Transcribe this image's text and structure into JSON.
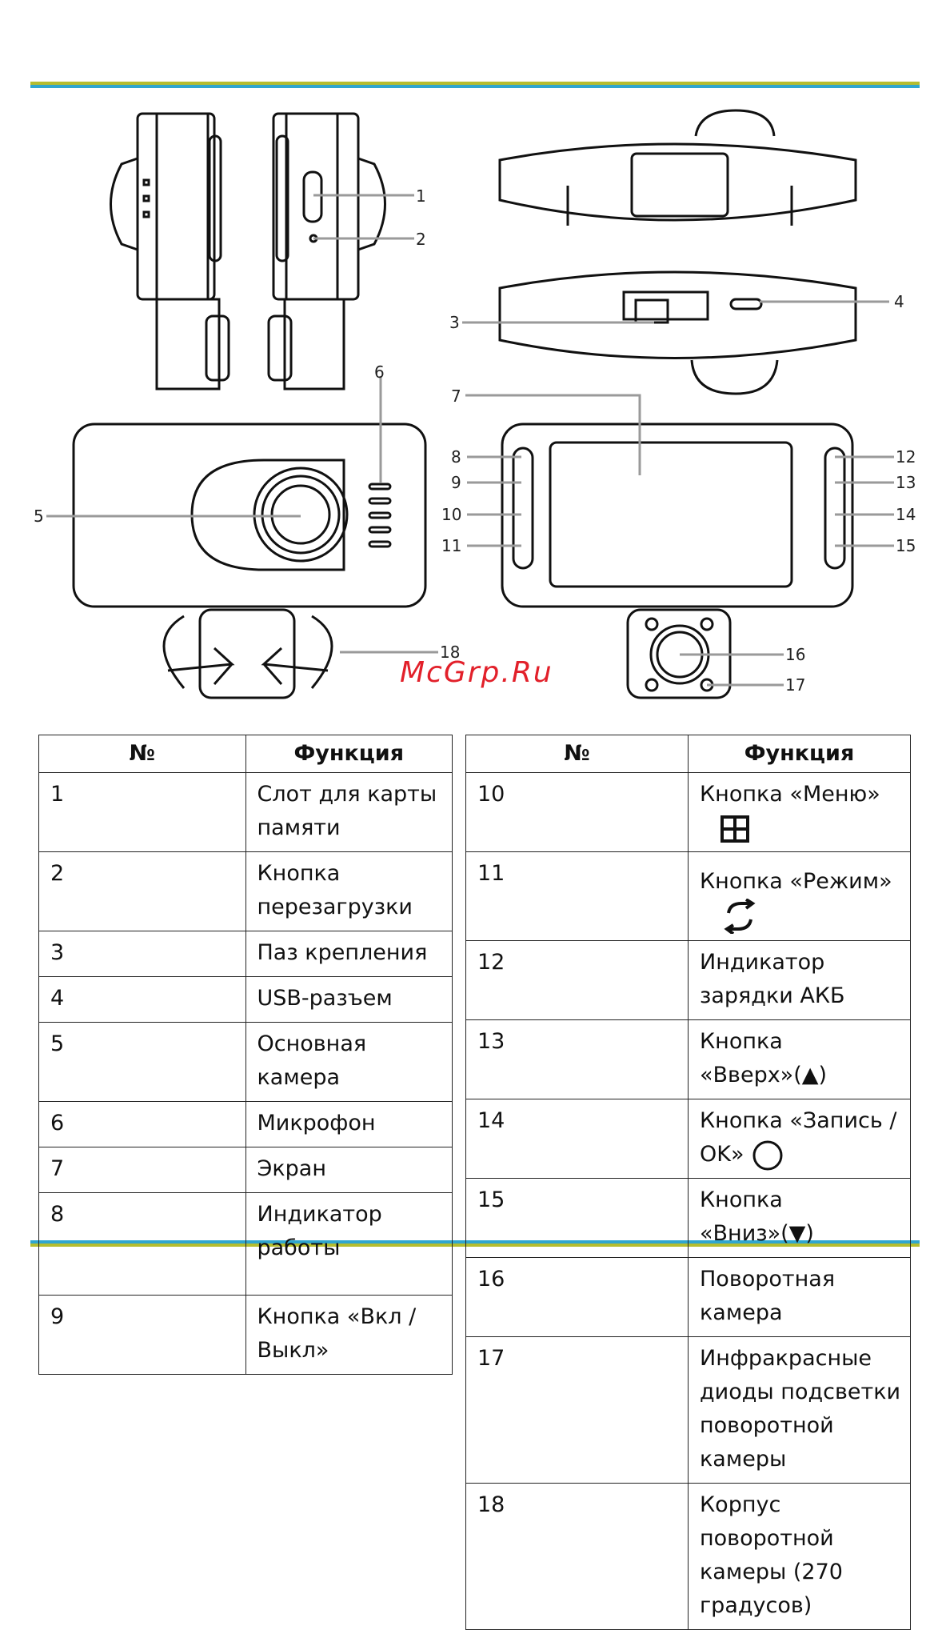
{
  "callouts": [
    "1",
    "2",
    "3",
    "4",
    "5",
    "6",
    "7",
    "8",
    "9",
    "10",
    "11",
    "12",
    "13",
    "14",
    "15",
    "16",
    "17",
    "18"
  ],
  "watermark": "McGrp.Ru",
  "table_left": {
    "headers": [
      "№",
      "Функция"
    ],
    "rows": [
      {
        "num": "1",
        "func": "Слот для карты памяти"
      },
      {
        "num": "2",
        "func": "Кнопка перезагрузки"
      },
      {
        "num": "3",
        "func": "Паз крепления"
      },
      {
        "num": "4",
        "func": "USB-разъем"
      },
      {
        "num": "5",
        "func": "Основная камера"
      },
      {
        "num": "6",
        "func": "Микрофон"
      },
      {
        "num": "7",
        "func": "Экран"
      },
      {
        "num": "8",
        "func": "Индикатор работы"
      },
      {
        "num": "9",
        "func": "Кнопка «Вкл / Выкл»"
      }
    ]
  },
  "table_right": {
    "headers": [
      "№",
      "Функция"
    ],
    "rows": [
      {
        "num": "10",
        "func": "Кнопка «Меню»",
        "icon": "menu-grid-icon"
      },
      {
        "num": "11",
        "func": "Кнопка «Режим»",
        "icon": "mode-switch-icon"
      },
      {
        "num": "12",
        "func": "Индикатор зарядки АКБ"
      },
      {
        "num": "13",
        "func": "Кнопка «Вверх»(▲)"
      },
      {
        "num": "14",
        "func": "Кнопка «Запись / OK»",
        "icon": "circle-icon"
      },
      {
        "num": "15",
        "func": "Кнопка «Вниз»(▼)"
      },
      {
        "num": "16",
        "func": "Поворотная камера"
      },
      {
        "num": "17",
        "func": "Инфракрасные диоды подсветки поворотной камеры"
      },
      {
        "num": "18",
        "func": "Корпус поворотной камеры (270 градусов)"
      }
    ]
  }
}
